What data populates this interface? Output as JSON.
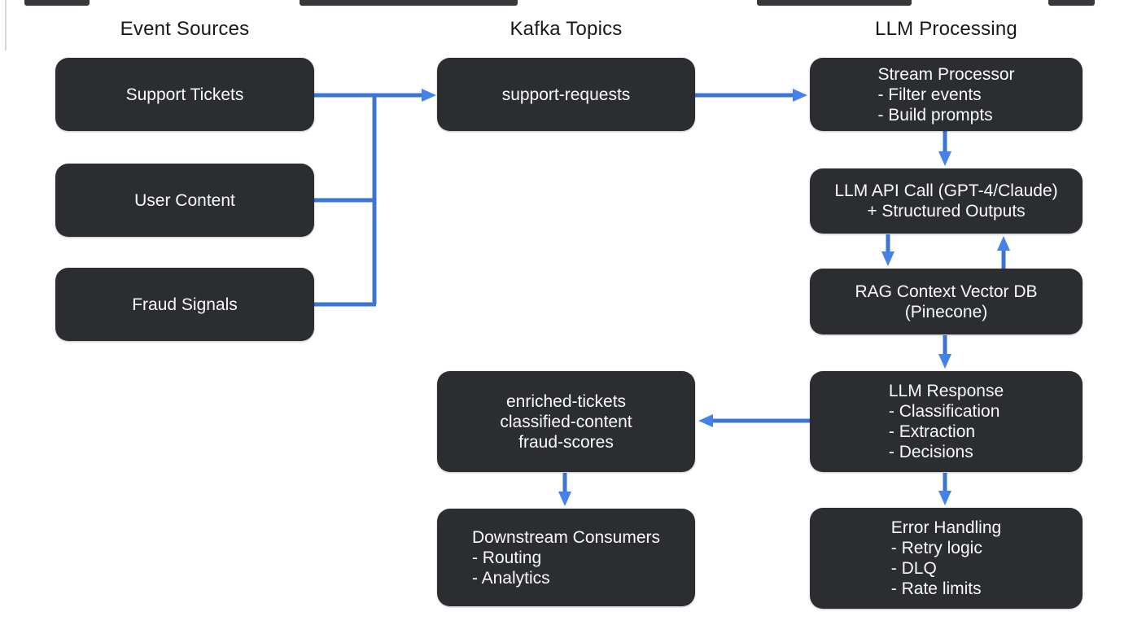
{
  "diagram": {
    "columns": [
      {
        "title": "Event Sources"
      },
      {
        "title": "Kafka Topics"
      },
      {
        "title": "LLM Processing"
      }
    ],
    "nodes": {
      "support_tickets": {
        "lines": [
          "Support Tickets"
        ]
      },
      "user_content": {
        "lines": [
          "User Content"
        ]
      },
      "fraud_signals": {
        "lines": [
          "Fraud Signals"
        ]
      },
      "support_requests": {
        "lines": [
          "support-requests"
        ]
      },
      "enriched_topics": {
        "lines": [
          "enriched-tickets",
          "classified-content",
          "fraud-scores"
        ]
      },
      "downstream_consumers": {
        "title": "Downstream Consumers",
        "bullets": [
          "- Routing",
          "- Analytics"
        ]
      },
      "stream_processor": {
        "title": "Stream Processor",
        "bullets": [
          "- Filter events",
          "- Build prompts"
        ]
      },
      "llm_api_call": {
        "lines": [
          "LLM API Call (GPT-4/Claude)",
          "+ Structured Outputs"
        ]
      },
      "rag_context": {
        "lines": [
          "RAG Context Vector DB",
          "(Pinecone)"
        ]
      },
      "llm_response": {
        "title": "LLM Response",
        "bullets": [
          "- Classification",
          "- Extraction",
          "- Decisions"
        ]
      },
      "error_handling": {
        "title": "Error Handling",
        "bullets": [
          "- Retry logic",
          "- DLQ",
          "- Rate limits"
        ]
      }
    },
    "edges": [
      {
        "from": "support_tickets",
        "to": "support_requests"
      },
      {
        "from": "user_content",
        "to": "support_requests"
      },
      {
        "from": "fraud_signals",
        "to": "support_requests"
      },
      {
        "from": "support_requests",
        "to": "stream_processor"
      },
      {
        "from": "stream_processor",
        "to": "llm_api_call"
      },
      {
        "from": "llm_api_call",
        "to": "rag_context"
      },
      {
        "from": "rag_context",
        "to": "llm_api_call"
      },
      {
        "from": "rag_context",
        "to": "llm_response"
      },
      {
        "from": "llm_response",
        "to": "enriched_topics"
      },
      {
        "from": "llm_response",
        "to": "error_handling"
      },
      {
        "from": "enriched_topics",
        "to": "downstream_consumers"
      }
    ],
    "colors": {
      "background": "#ffffff",
      "node_bg": "#2b2d31",
      "node_text": "#fafafa",
      "edge": "#3d76d1",
      "edge_head": "#4481e8",
      "header_text": "#17181a"
    }
  }
}
